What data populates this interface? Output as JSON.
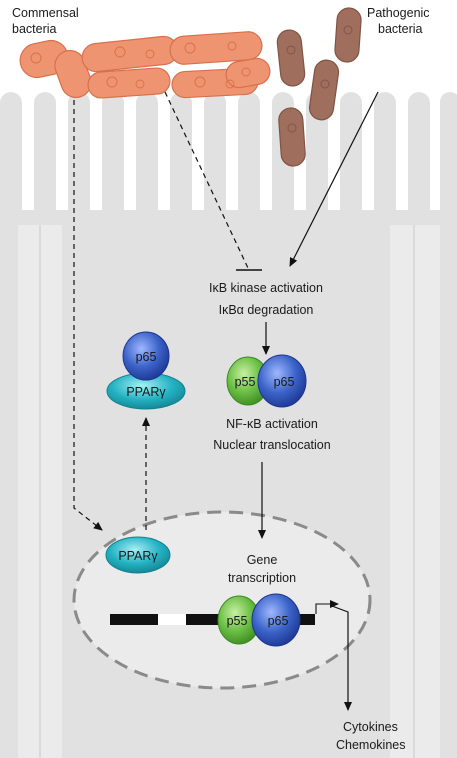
{
  "labels": {
    "commensal": [
      "Commensal",
      "bacteria"
    ],
    "pathogenic": [
      "Pathogenic",
      "bacteria"
    ],
    "ikb_kinase": "IκB kinase activation",
    "ikba_degradation": "IκBα degradation",
    "nfkb_activation": "NF-κB activation",
    "nuclear_translocation": "Nuclear translocation",
    "gene_transcription": [
      "Gene",
      "transcription"
    ],
    "outputs": [
      "Cytokines",
      "Chemokines"
    ]
  },
  "molecules": {
    "p65": "p65",
    "p55": "p55",
    "ppar": "PPARγ"
  },
  "colors": {
    "cell_fill": "#e1e1e1",
    "cell_edge": "#c9c9c9",
    "commensal_fill": "#ef9470",
    "commensal_edge": "#d8704c",
    "pathogenic_fill": "#a06e5c",
    "pathogenic_edge": "#7f5444",
    "p65_fill": "#3b63c8",
    "p55_fill": "#6bbf44",
    "ppar_fill": "#25b3c4",
    "nucleus_edge": "#8a8a8a",
    "dna": "#111111"
  }
}
